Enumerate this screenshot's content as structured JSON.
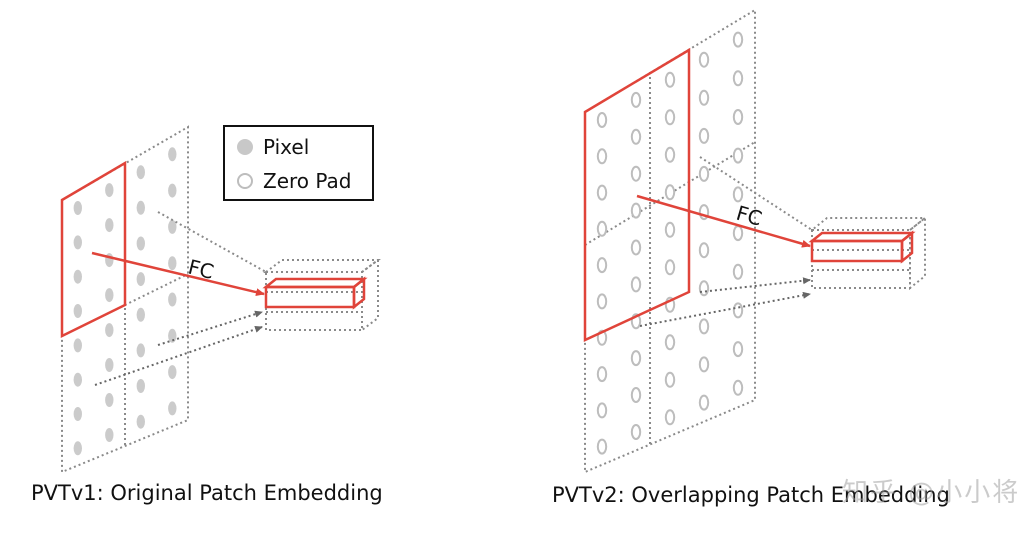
{
  "legend": {
    "pixel_label": "Pixel",
    "zero_pad_label": "Zero Pad"
  },
  "panel_v1": {
    "caption": "PVTv1: Original Patch Embedding",
    "fc_label": "FC"
  },
  "panel_v2": {
    "caption": "PVTv2: Overlapping Patch Embedding",
    "fc_label": "FC"
  },
  "watermark": "知乎 @小小将",
  "colors": {
    "highlight": "#e0443a",
    "pixel": "#cbcbcb",
    "zero_pad_ring": "#bdbdbd",
    "grid_dots": "#8a8a8a",
    "arrow_gray": "#666666"
  }
}
